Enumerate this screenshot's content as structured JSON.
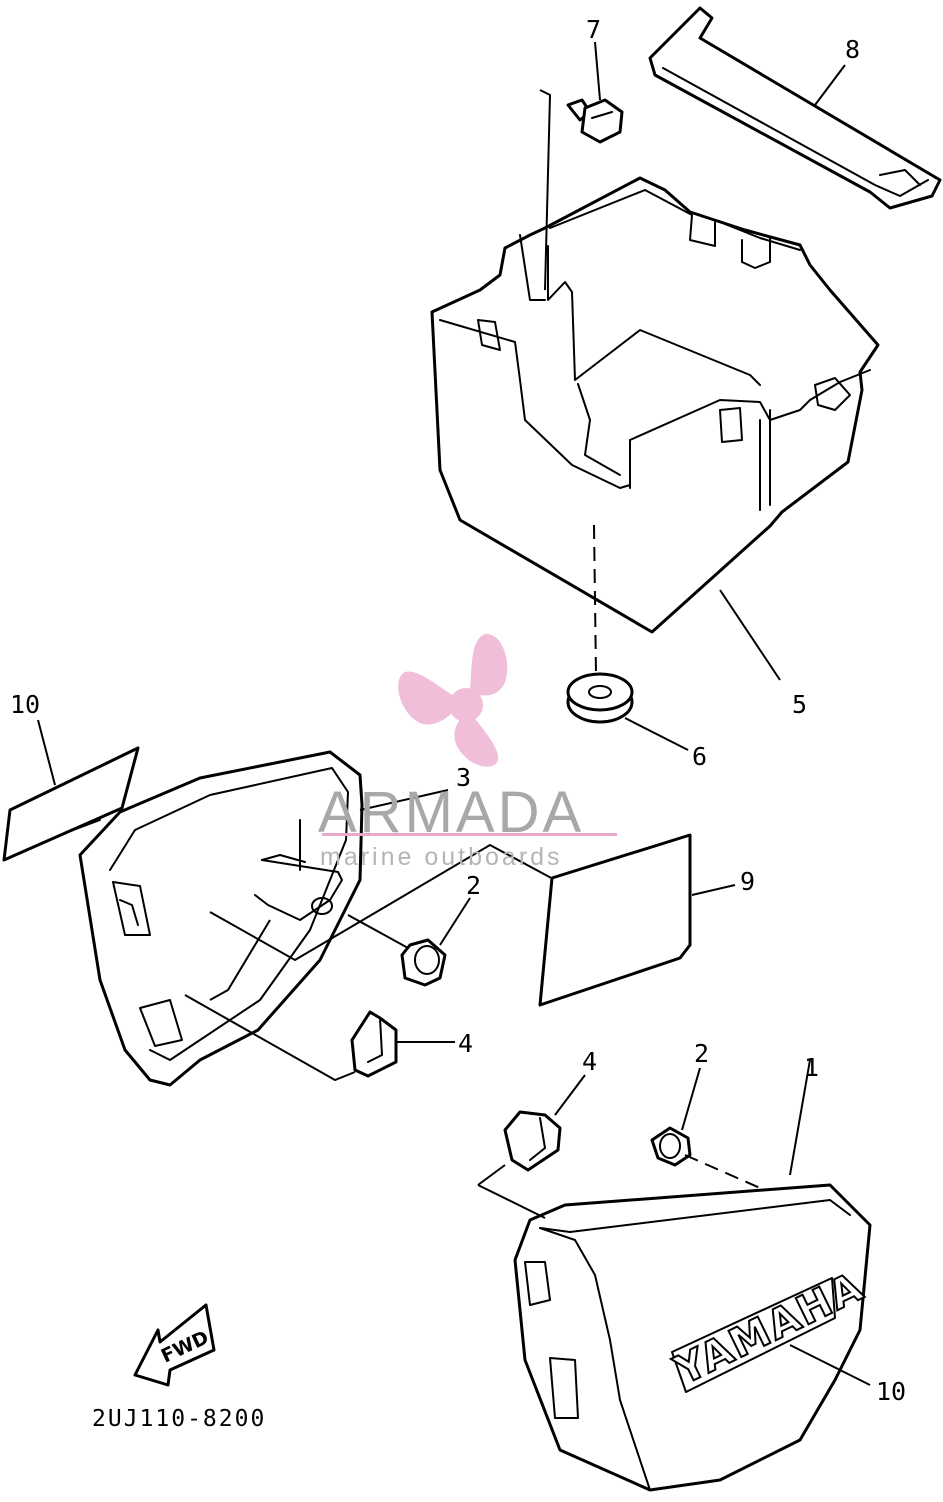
{
  "callouts": {
    "p1": "1",
    "p2a": "2",
    "p2b": "2",
    "p3": "3",
    "p4a": "4",
    "p4b": "4",
    "p5": "5",
    "p6": "6",
    "p7": "7",
    "p8": "8",
    "p9": "9",
    "p10a": "10",
    "p10b": "10"
  },
  "fwd_label": "FWD",
  "emblem_text": "YAMAHA",
  "drawing_code": "2UJ110-8200",
  "watermark": {
    "name": "ARMADA",
    "tagline": "marine outboards",
    "name_color": "#a8a8a8",
    "tagline_color": "#b5b5b5",
    "logo_color": "#f0b8d6",
    "rule_color": "#e8a8cc"
  }
}
